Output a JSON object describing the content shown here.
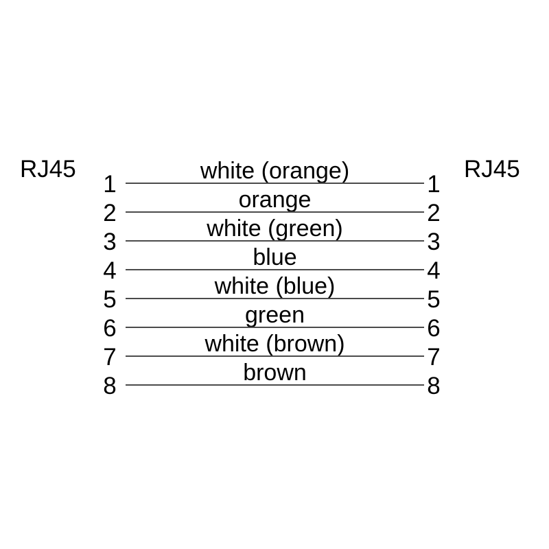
{
  "diagram": {
    "type": "cable-pinout",
    "connector_left": "RJ45",
    "connector_right": "RJ45",
    "line_color": "#4b4b4b",
    "text_color": "#000000",
    "background_color": "#ffffff",
    "rows": [
      {
        "pin_left": "1",
        "pin_right": "1",
        "wire": "white (orange)"
      },
      {
        "pin_left": "2",
        "pin_right": "2",
        "wire": "orange"
      },
      {
        "pin_left": "3",
        "pin_right": "3",
        "wire": "white (green)"
      },
      {
        "pin_left": "4",
        "pin_right": "4",
        "wire": "blue"
      },
      {
        "pin_left": "5",
        "pin_right": "5",
        "wire": "white (blue)"
      },
      {
        "pin_left": "6",
        "pin_right": "6",
        "wire": "green"
      },
      {
        "pin_left": "7",
        "pin_right": "7",
        "wire": "white (brown)"
      },
      {
        "pin_left": "8",
        "pin_right": "8",
        "wire": "brown"
      }
    ]
  }
}
